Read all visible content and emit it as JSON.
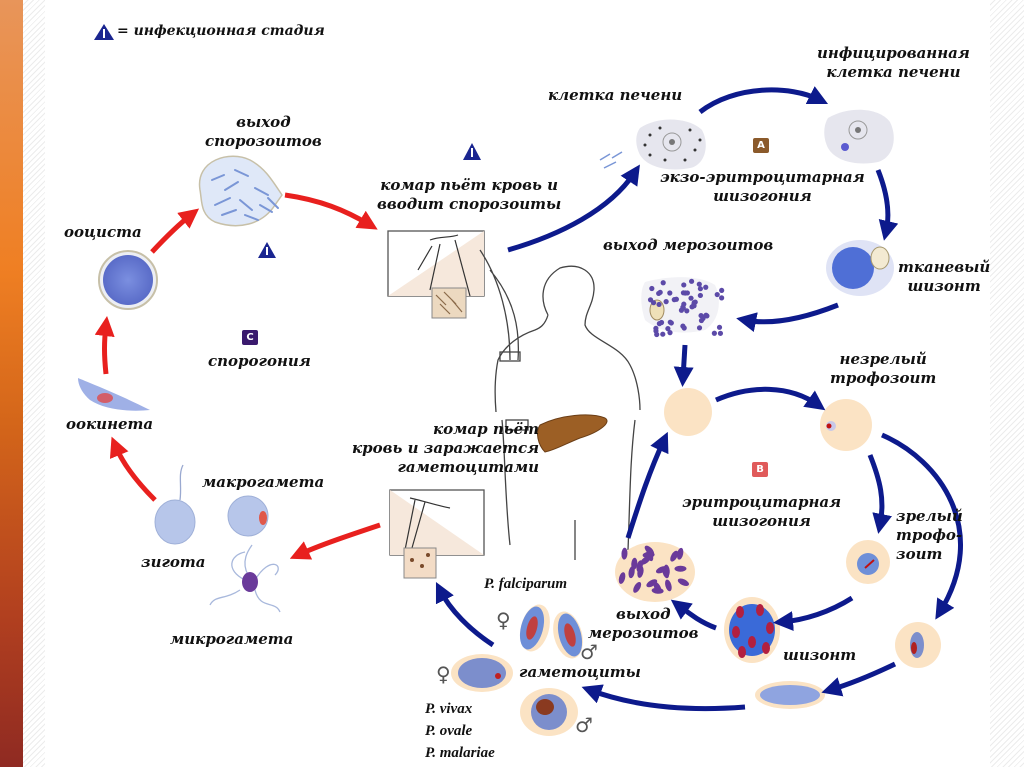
{
  "legend": {
    "icon": "infection-triangle-icon",
    "equals": "=",
    "text": "инфекционная стадия",
    "icon_glyph": "i"
  },
  "stages": {
    "A": {
      "badge": "A",
      "label_line1": "экзо-эритроцитарная",
      "label_line2": "шизогония",
      "color": "#8b5a2b"
    },
    "B": {
      "badge": "B",
      "label_line1": "эритроцитарная",
      "label_line2": "шизогония",
      "color": "#e05a5a"
    },
    "C": {
      "badge": "C",
      "label": "спорогония",
      "color": "#3a1a6e"
    }
  },
  "labels": {
    "sporozoite_exit_1": "выход",
    "sporozoite_exit_2": "спорозоитов",
    "oocyst": "ооциста",
    "ookinete": "оокинета",
    "zygote": "зигота",
    "macrogamete": "макрогамета",
    "microgamete": "микрогамета",
    "mosquito_bite_1": "комар пьёт кровь и",
    "mosquito_bite_2": "вводит спорозоиты",
    "mosquito_infect_1": "комар пьёт",
    "mosquito_infect_2": "кровь и заражается",
    "mosquito_infect_3": "гаметоцитами",
    "liver_cell": "клетка печени",
    "infected_liver_1": "инфицированная",
    "infected_liver_2": "клетка печени",
    "tissue_schizont_1": "тканевый",
    "tissue_schizont_2": "шизонт",
    "merozoite_exit": "выход мерозоитов",
    "immature_troph_1": "незрелый",
    "immature_troph_2": "трофозоит",
    "mature_troph_1": "зрелый",
    "mature_troph_2": "трофо-",
    "mature_troph_3": "зоит",
    "schizont": "шизонт",
    "merozoite_exit2_1": "выход",
    "merozoite_exit2_2": "мерозоитов",
    "gametocytes": "гаметоциты",
    "p_falciparum": "P. falciparum",
    "p_vivax": "P. vivax",
    "p_ovale": "P. ovale",
    "p_malariae": "P. malariae",
    "female_symbol": "♀",
    "male_symbol": "♂"
  },
  "colors": {
    "mosquito_arrow": "#e8201e",
    "human_arrow": "#0d1a8c",
    "rbc": "#fbe3c4",
    "parasite": "#3b3fa8",
    "liver": "#9c5f25",
    "sidebar_top": "#e8955a",
    "sidebar_bottom": "#8f2a22"
  }
}
